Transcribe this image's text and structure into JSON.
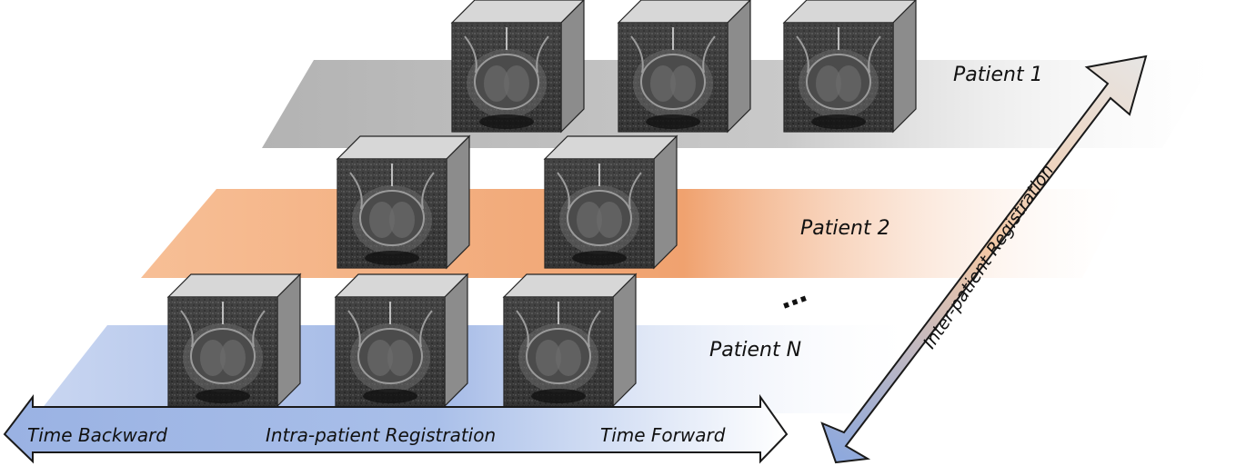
{
  "colors": {
    "plane_patient_1": "#b9b9b9",
    "plane_patient_2": "#f0a26f",
    "plane_patient_n": "#8fa9dc",
    "arrow_blue": "#9ab2e3",
    "arrow_outline": "#1a1a1a",
    "cube_top": "#d6d6d6",
    "cube_side": "#8f8f8f"
  },
  "patients": [
    {
      "label": "Patient 1",
      "scan_count": 3
    },
    {
      "label": "Patient 2",
      "scan_count": 2
    },
    {
      "label": "Patient N",
      "scan_count": 3
    }
  ],
  "ellipsis": "…",
  "time_axis": {
    "left_label": "Time Backward",
    "center_label": "Intra-patient Registration",
    "right_label": "Time Forward"
  },
  "inter_axis": {
    "label": "Inter-patient Registration"
  },
  "scan_icon": "mri-volume-cube"
}
